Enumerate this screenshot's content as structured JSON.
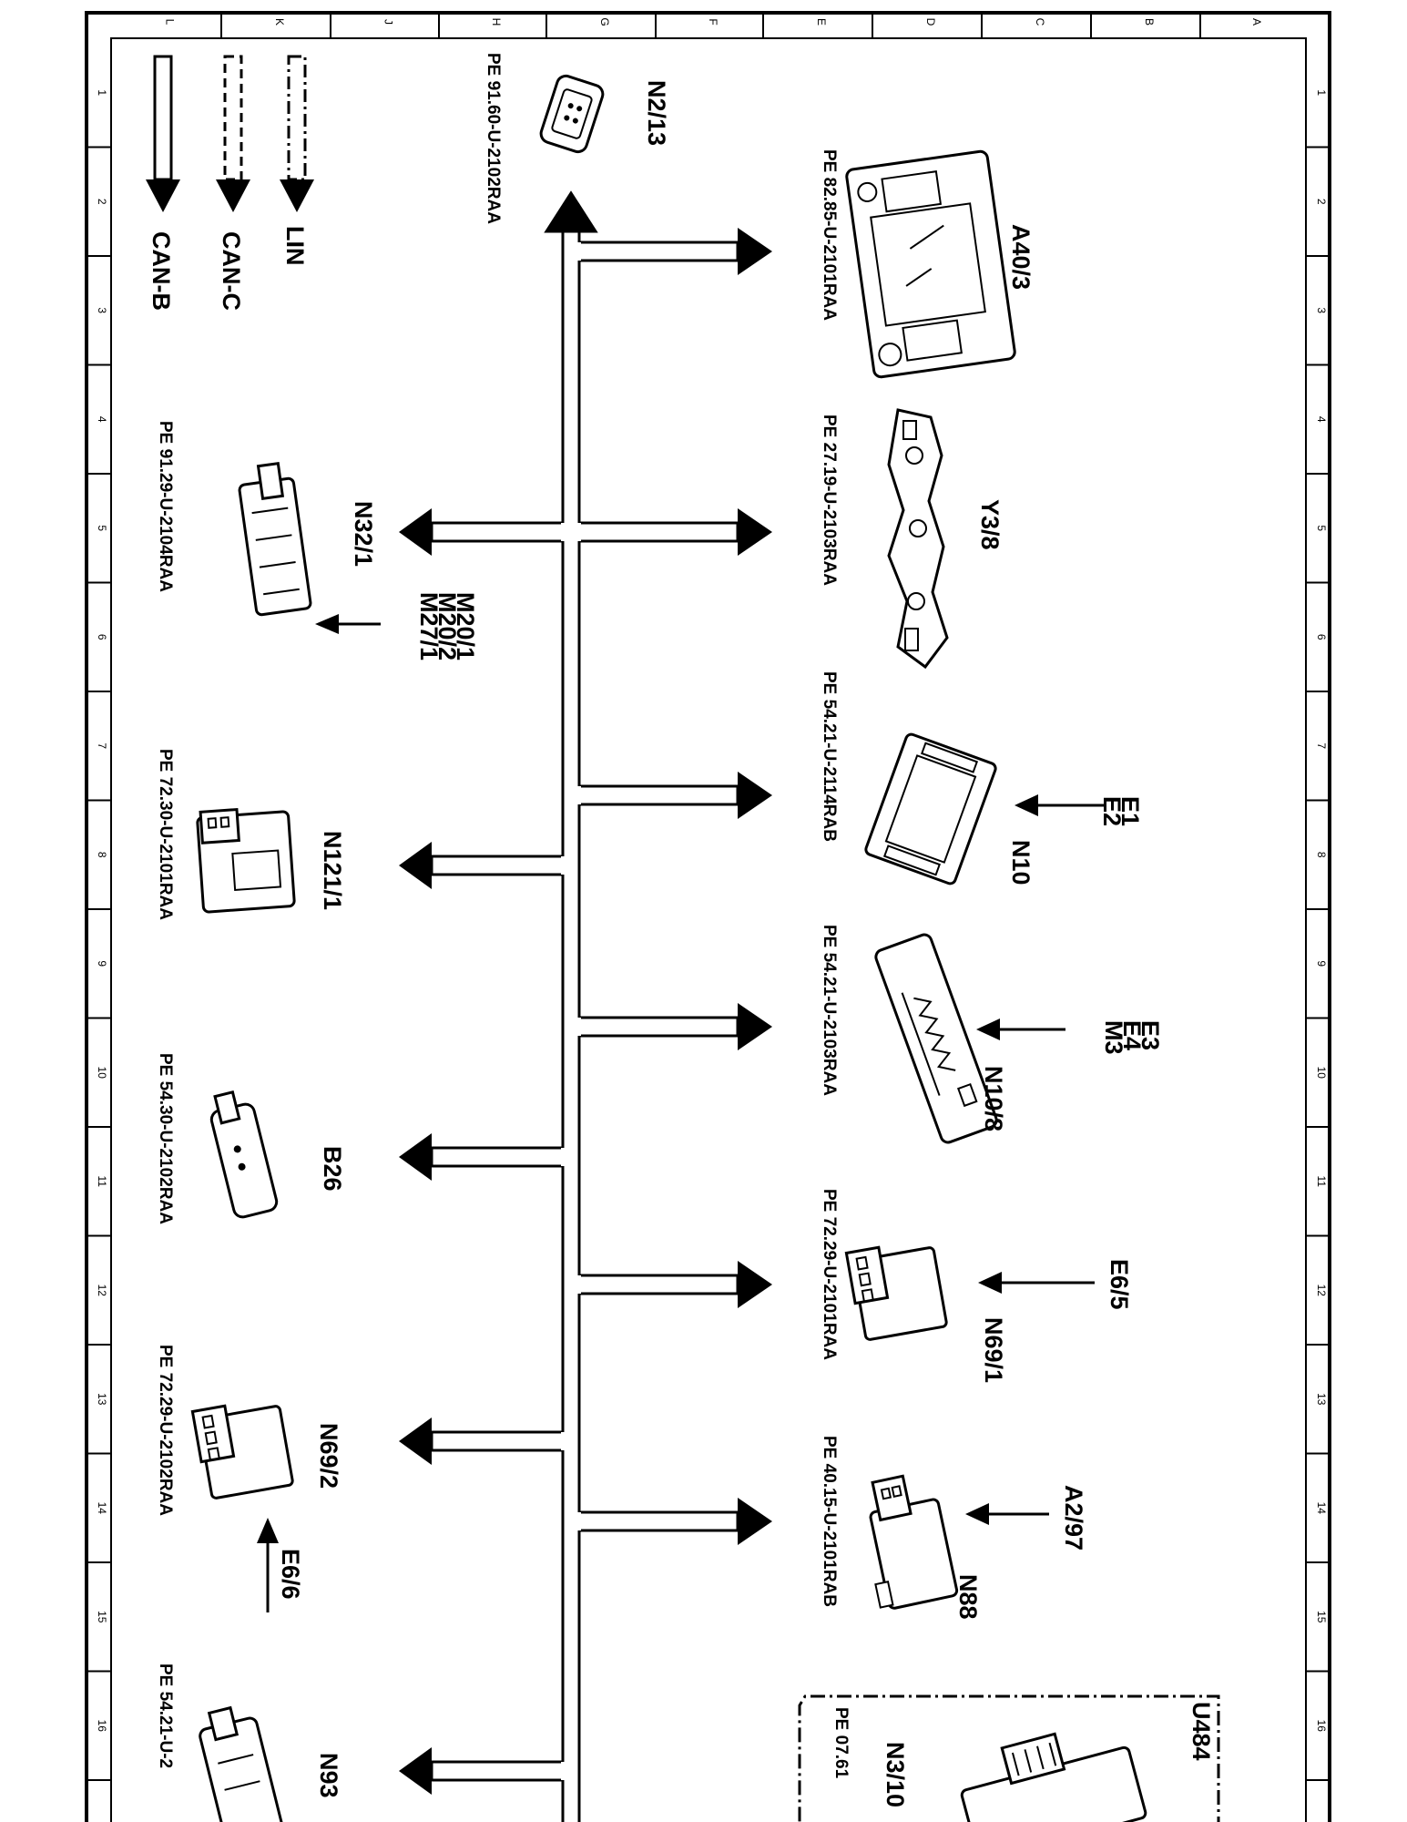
{
  "legend": [
    {
      "label": "LIN",
      "style": "dash-dot"
    },
    {
      "label": "CAN-C",
      "style": "dashed"
    },
    {
      "label": "CAN-B",
      "style": "solid"
    }
  ],
  "grid": {
    "columns": [
      "L",
      "K",
      "J",
      "H",
      "G",
      "F",
      "E",
      "D",
      "C",
      "B",
      "A"
    ],
    "rows": [
      "1",
      "2",
      "3",
      "4",
      "5",
      "6",
      "7",
      "8",
      "9",
      "10",
      "11",
      "12",
      "13",
      "14",
      "15",
      "16"
    ]
  },
  "components": {
    "n2_13": {
      "label": "N2/13",
      "ref": "PE 91.60-U-2102RAA"
    },
    "a40_3": {
      "label": "A40/3",
      "ref": "PE 82.85-U-2101RAA"
    },
    "y3_8": {
      "label": "Y3/8",
      "ref": "PE 27.19-U-2103RAA"
    },
    "n10": {
      "label": "N10",
      "ref": "PE 54.21-U-2114RAB",
      "inputs": [
        "E1",
        "E2"
      ]
    },
    "n10_8": {
      "label": "N10/8",
      "ref": "PE 54.21-U-2103RAA",
      "inputs": [
        "E3",
        "E4",
        "M3"
      ]
    },
    "n69_1": {
      "label": "N69/1",
      "ref": "PE 72.29-U-2101RAA",
      "inputs": [
        "E6/5"
      ]
    },
    "n88": {
      "label": "N88",
      "ref": "PE 40.15-U-2101RAB",
      "inputs": [
        "A2/97"
      ]
    },
    "n3_10": {
      "label": "N3/10",
      "ref": "PE 07.61",
      "group": "U484"
    },
    "n32_1": {
      "label": "N32/1",
      "ref": "PE 91.29-U-2104RAA",
      "inputs": [
        "M20/1",
        "M20/2",
        "M27/1"
      ]
    },
    "n121_1": {
      "label": "N121/1",
      "ref": "PE 72.30-U-2101RAA"
    },
    "b26": {
      "label": "B26",
      "ref": "PE 54.30-U-2102RAA"
    },
    "n69_2": {
      "label": "N69/2",
      "ref": "PE 72.29-U-2102RAA",
      "inputs": [
        "E6/6"
      ]
    },
    "n93": {
      "label": "N93",
      "ref": "PE 54.21-U-2"
    }
  }
}
